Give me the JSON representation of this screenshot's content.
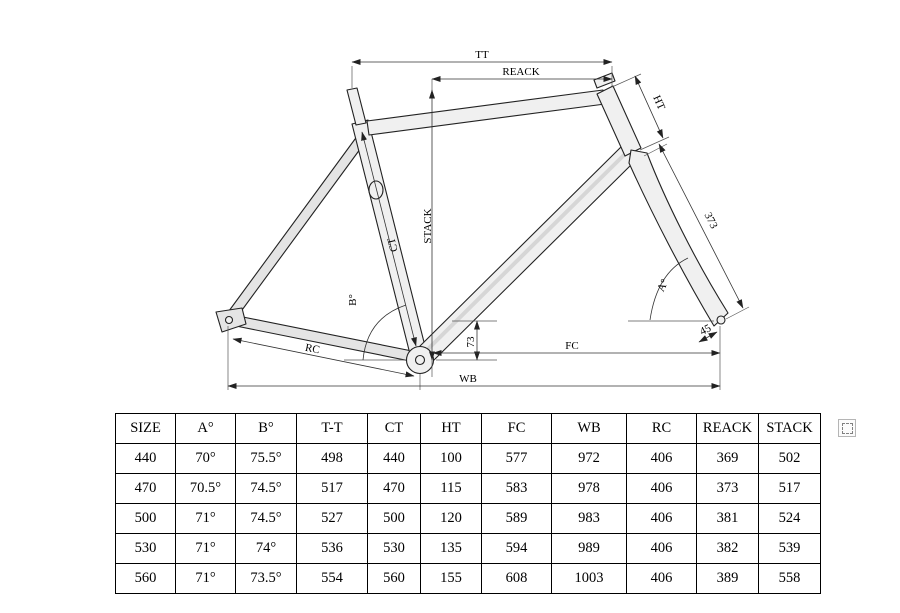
{
  "diagram": {
    "labels": {
      "tt": "TT",
      "reack": "REACK",
      "stack": "STACK",
      "ht": "HT",
      "ct": "CT",
      "fork_length": "373",
      "bb_drop": "73",
      "fc": "FC",
      "wb": "WB",
      "rc": "RC",
      "head_angle": "A°",
      "seat_angle": "B°",
      "fork_rake": "45"
    }
  },
  "table": {
    "headers": [
      "SIZE",
      "A°",
      "B°",
      "T-T",
      "CT",
      "HT",
      "FC",
      "WB",
      "RC",
      "REACK",
      "STACK"
    ],
    "rows": [
      [
        "440",
        "70°",
        "75.5°",
        "498",
        "440",
        "100",
        "577",
        "972",
        "406",
        "369",
        "502"
      ],
      [
        "470",
        "70.5°",
        "74.5°",
        "517",
        "470",
        "115",
        "583",
        "978",
        "406",
        "373",
        "517"
      ],
      [
        "500",
        "71°",
        "74.5°",
        "527",
        "500",
        "120",
        "589",
        "983",
        "406",
        "381",
        "524"
      ],
      [
        "530",
        "71°",
        "74°",
        "536",
        "530",
        "135",
        "594",
        "989",
        "406",
        "382",
        "539"
      ],
      [
        "560",
        "71°",
        "73.5°",
        "554",
        "560",
        "155",
        "608",
        "1003",
        "406",
        "389",
        "558"
      ]
    ]
  },
  "icons": {
    "table_corner": "area-select-icon"
  },
  "colors": {
    "background": "#ffffff",
    "outline": "#222222",
    "dimension_line": "#333333",
    "table_border": "#000000"
  }
}
